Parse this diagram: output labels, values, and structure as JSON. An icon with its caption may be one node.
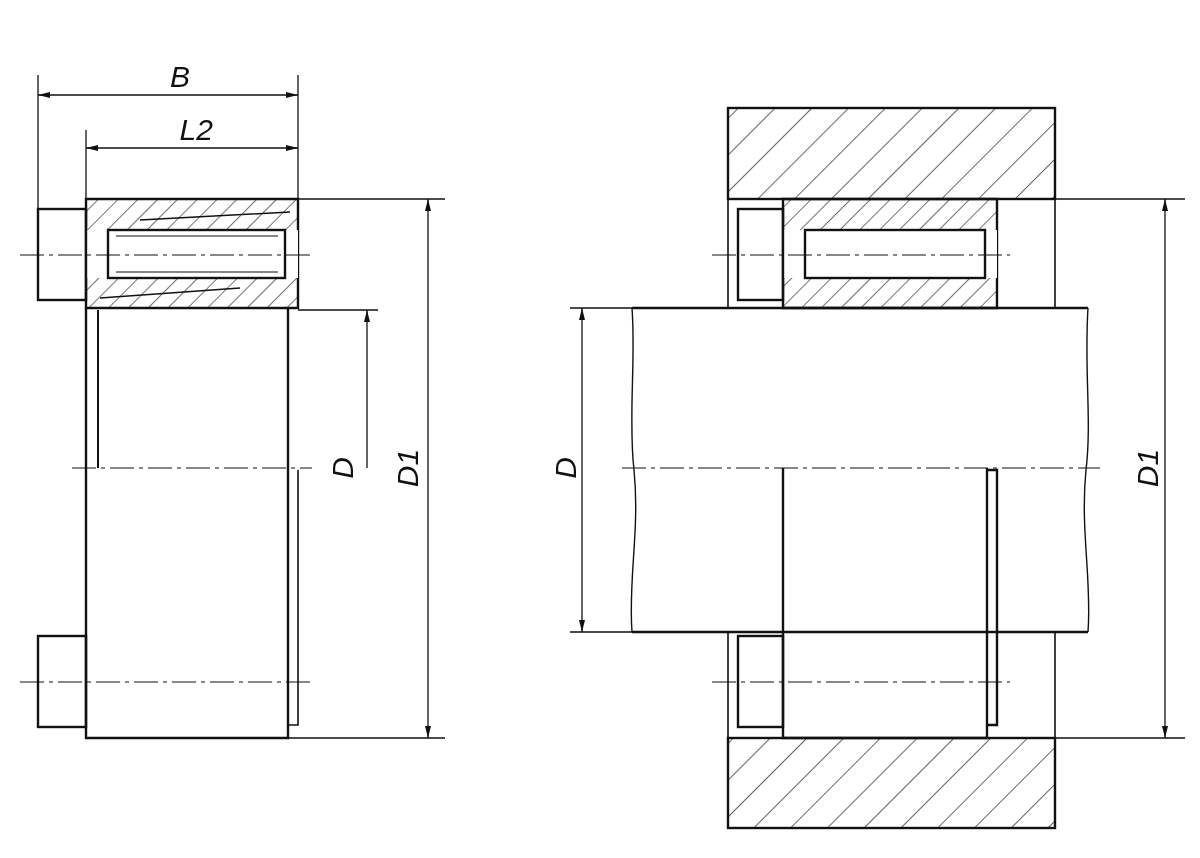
{
  "diagram": {
    "labels": [
      "B",
      "L2",
      "D",
      "D1",
      "D",
      "D1"
    ]
  }
}
